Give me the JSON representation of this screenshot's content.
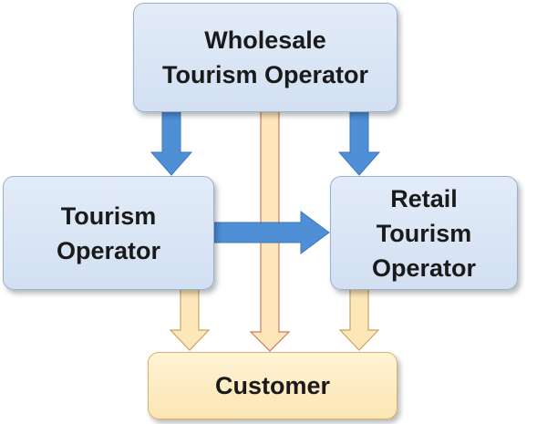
{
  "diagram": {
    "nodes": {
      "wholesale": {
        "label": "Wholesale\nTourism Operator"
      },
      "tourism": {
        "label": "Tourism\nOperator"
      },
      "retail": {
        "label": "Retail\nTourism\nOperator"
      },
      "customer": {
        "label": "Customer"
      }
    },
    "edges": [
      {
        "from": "wholesale",
        "to": "tourism",
        "style": "blue"
      },
      {
        "from": "wholesale",
        "to": "retail",
        "style": "blue"
      },
      {
        "from": "wholesale",
        "to": "customer",
        "style": "light"
      },
      {
        "from": "tourism",
        "to": "retail",
        "style": "blue"
      },
      {
        "from": "tourism",
        "to": "customer",
        "style": "light"
      },
      {
        "from": "retail",
        "to": "customer",
        "style": "light"
      }
    ],
    "colors": {
      "box_fill": "#d8e4f4",
      "customer_fill": "#fde9bd",
      "arrow_blue": "#4f8fd6",
      "arrow_light": "#fde7b8"
    }
  }
}
